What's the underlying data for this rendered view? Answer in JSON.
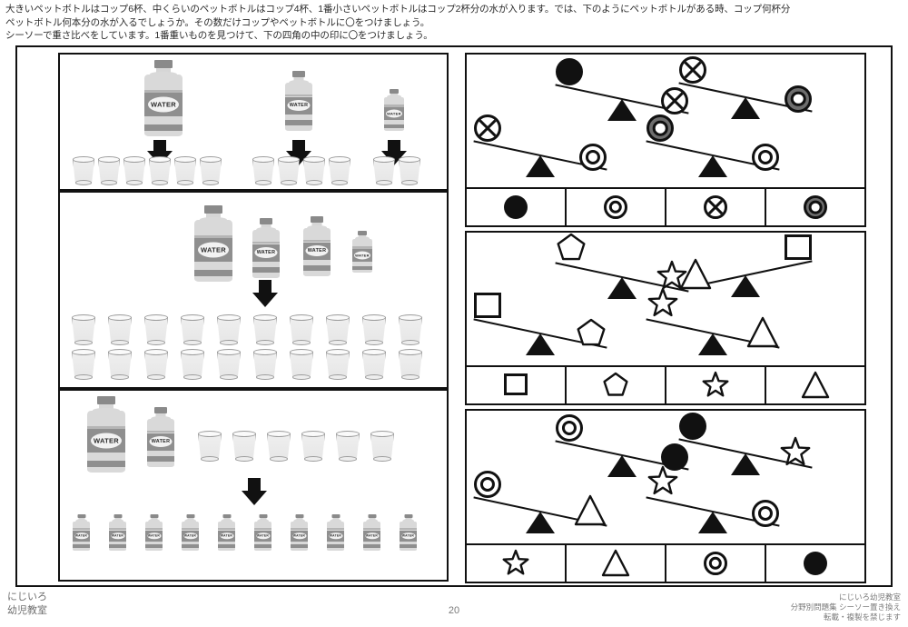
{
  "header": {
    "lines": [
      "大きいペットボトルはコップ6杯、中くらいのペットボトルはコップ4杯、1番小さいペットボトルはコップ2杯分の水が入ります。では、下のようにペットボトルがある時、コップ何杯分",
      "ペットボトル何本分の水が入るでしょうか。その数だけコップやペットボトルに〇をつけましょう。",
      "シーソーで重さ比べをしています。1番重いものを見つけて、下の四角の中の印に〇をつけましょう。"
    ]
  },
  "water_section": {
    "bottle_label": "WATER",
    "panels": [
      {
        "id": "panel-1",
        "groups": [
          {
            "bottle_size": "large",
            "cups": 6,
            "bottle_cups_value": 6
          },
          {
            "bottle_size": "medium",
            "cups": 4,
            "bottle_cups_value": 4
          },
          {
            "bottle_size": "small",
            "cups": 2,
            "bottle_cups_value": 2
          }
        ]
      },
      {
        "id": "panel-2",
        "bottles": [
          "large",
          "medium",
          "medium",
          "small"
        ],
        "cup_rows": [
          10,
          10
        ],
        "total_cups": 20
      },
      {
        "id": "panel-3",
        "bottles": [
          "large",
          "medium"
        ],
        "cups": 6,
        "result_bottles": 10,
        "result_bottle_size": "small"
      }
    ]
  },
  "seesaw_section": {
    "panels": [
      {
        "id": "seesaw-panel-1",
        "seesaws": [
          {
            "left": "filled-circle",
            "right": "x-circle",
            "heavier": "left"
          },
          {
            "left": "x-circle",
            "right": "gray-ring",
            "heavier": "left"
          },
          {
            "left": "x-circle",
            "right": "ring",
            "heavier": "left"
          },
          {
            "left": "gray-ring",
            "right": "ring",
            "heavier": "left"
          }
        ],
        "choices": [
          "filled-circle",
          "ring",
          "x-circle",
          "gray-ring"
        ]
      },
      {
        "id": "seesaw-panel-2",
        "seesaws": [
          {
            "left": "pentagon",
            "right": "star",
            "heavier": "left"
          },
          {
            "left": "triangle",
            "right": "square",
            "heavier": "right"
          },
          {
            "left": "square",
            "right": "pentagon",
            "heavier": "left"
          },
          {
            "left": "star",
            "right": "triangle",
            "heavier": "left"
          }
        ],
        "choices": [
          "square",
          "pentagon",
          "star",
          "triangle"
        ]
      },
      {
        "id": "seesaw-panel-3",
        "seesaws": [
          {
            "left": "ring",
            "right": "filled-circle",
            "heavier": "left"
          },
          {
            "left": "filled-circle",
            "right": "star",
            "heavier": "left"
          },
          {
            "left": "ring",
            "right": "triangle",
            "heavier": "left"
          },
          {
            "left": "star",
            "right": "ring",
            "heavier": "left"
          }
        ],
        "choices": [
          "star",
          "triangle",
          "ring",
          "filled-circle"
        ]
      }
    ]
  },
  "footer": {
    "brand_line1": "にじいろ",
    "brand_line2": "幼児教室",
    "page_number": "20",
    "credit_line1": "にじいろ幼児教室",
    "credit_line2": "分野別問題集 シーソー置き換え",
    "credit_line3": "転載・複製を禁じます"
  },
  "colors": {
    "ink": "#111111",
    "bottle_body": "#d9d9d9",
    "bottle_band": "#8f8f8f",
    "bottle_cap": "#8a8a8a",
    "gray_shape": "#6e6e6e",
    "cup_outline": "#9b9b9b"
  }
}
